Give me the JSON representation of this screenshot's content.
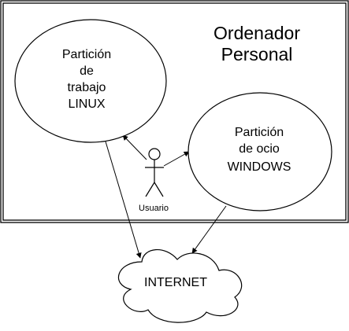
{
  "diagram": {
    "container": {
      "title_line1": "Ordenador",
      "title_line2": "Personal"
    },
    "nodes": {
      "linux": {
        "line1": "Partición",
        "line2": "de",
        "line3": "trabajo",
        "line4": "LINUX"
      },
      "windows": {
        "line1": "Partición",
        "line2": "de ocio",
        "line3": "WINDOWS"
      },
      "user": {
        "label": "Usuario"
      },
      "internet": {
        "label": "INTERNET"
      }
    },
    "edges": [
      {
        "from": "user",
        "to": "linux"
      },
      {
        "from": "user",
        "to": "windows"
      },
      {
        "from": "linux",
        "to": "internet"
      },
      {
        "from": "windows",
        "to": "internet"
      }
    ]
  }
}
